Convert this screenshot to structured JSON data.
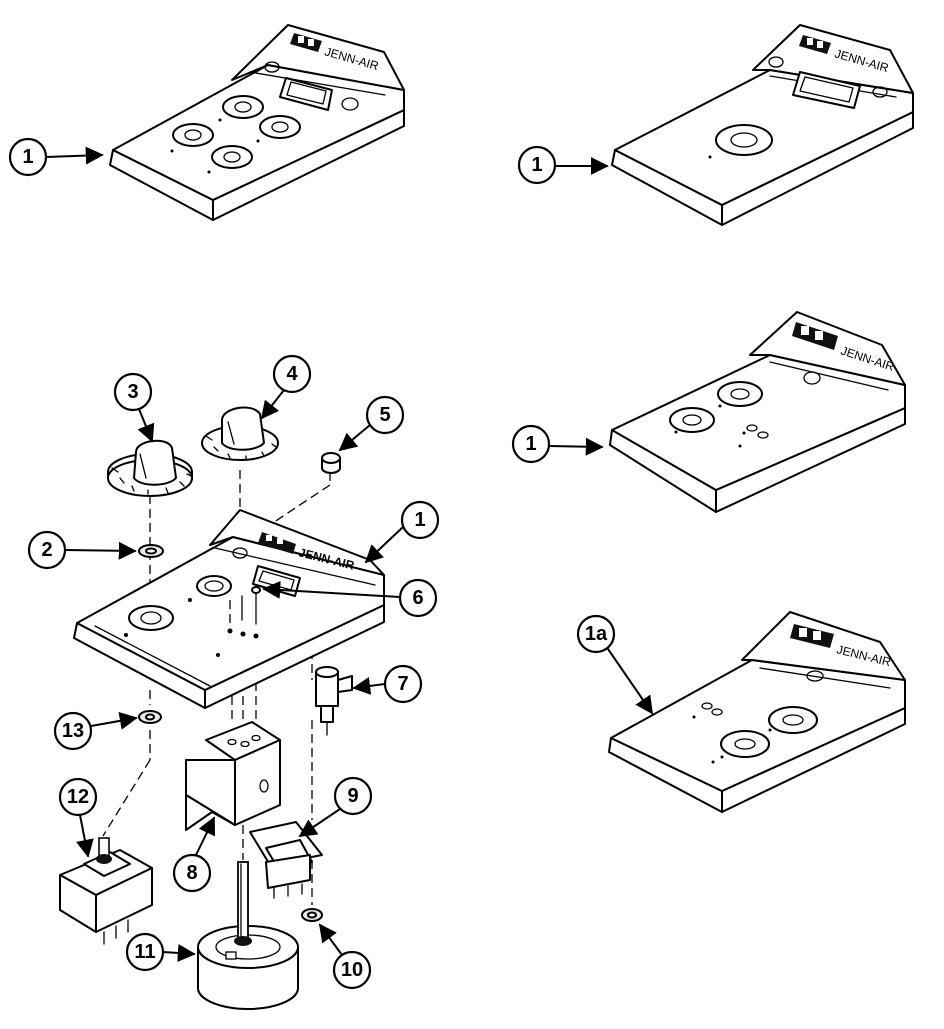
{
  "brand": "JENN-AIR",
  "callouts": {
    "c1_top_left": "1",
    "c1_top_right": "1",
    "c1_mid_right": "1",
    "c1a": "1a",
    "c1_exploded": "1",
    "c2": "2",
    "c3": "3",
    "c4": "4",
    "c5": "5",
    "c6": "6",
    "c7": "7",
    "c8": "8",
    "c9": "9",
    "c10": "10",
    "c11": "11",
    "c12": "12",
    "c13": "13"
  }
}
